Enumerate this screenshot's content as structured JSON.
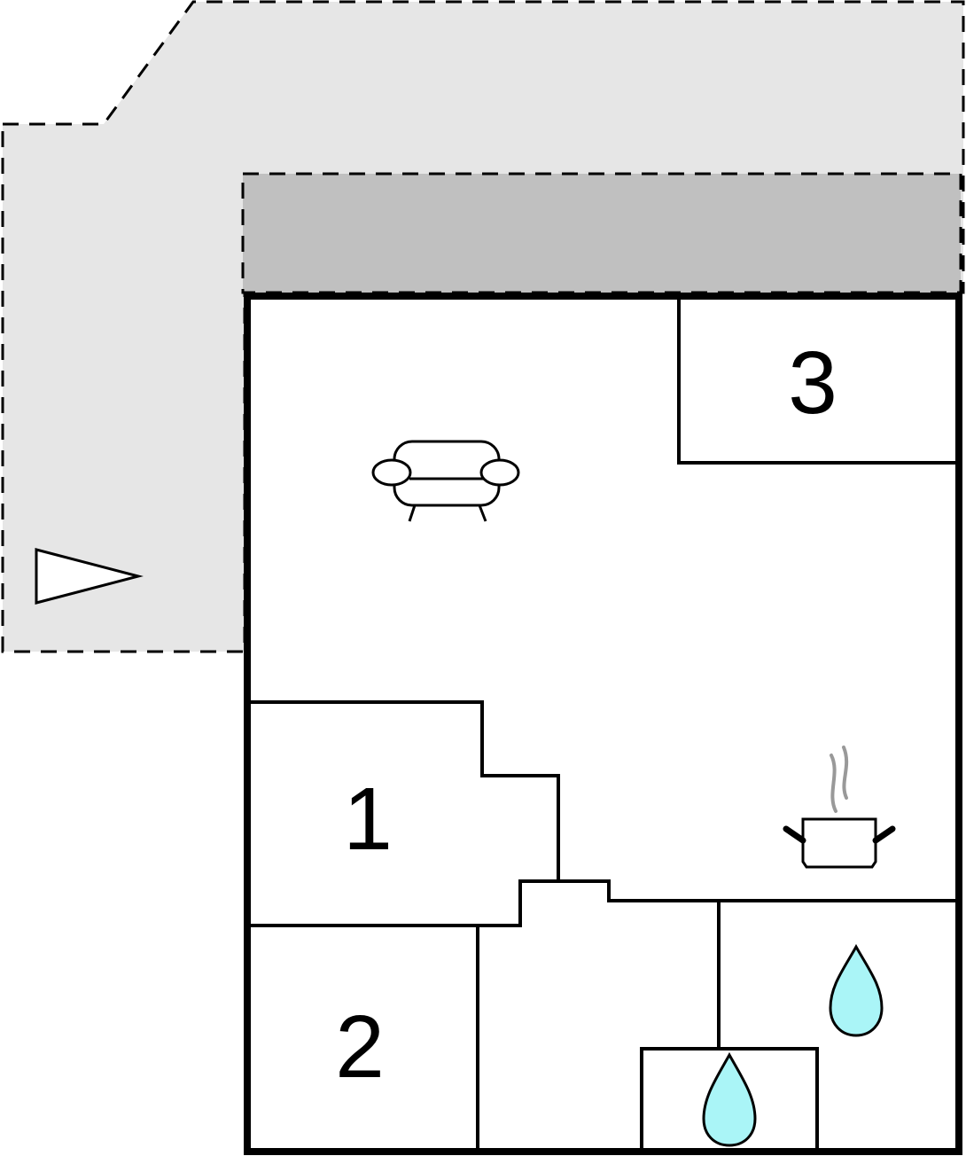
{
  "floor_plan": {
    "rooms": [
      {
        "label": "1"
      },
      {
        "label": "2"
      },
      {
        "label": "3"
      }
    ],
    "icons": {
      "living": "sofa-icon",
      "kitchen": "cooking-pot-icon",
      "bathroom": "water-drop-icon",
      "wc": "water-drop-icon",
      "entrance": "entrance-arrow-icon"
    },
    "colors": {
      "outdoor_area": "#e6e6e6",
      "terrace": "#c0c0c0",
      "walls": "#000000",
      "water": "#aaf5f7",
      "steam": "#999999"
    }
  }
}
